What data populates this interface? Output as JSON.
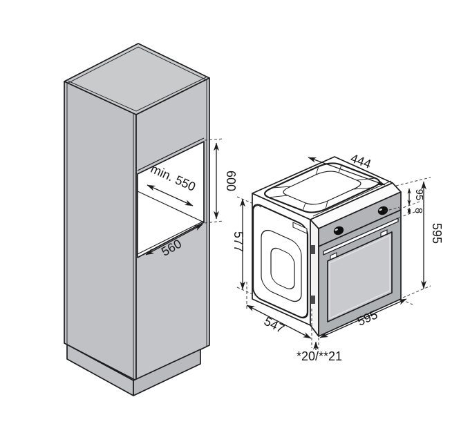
{
  "drawing": {
    "title_semantic": "built-in oven installation dimensions diagram",
    "cabinet": {
      "niche_depth_label": "min. 550",
      "niche_height_label": "600",
      "niche_width_label": "560"
    },
    "oven": {
      "top_recess_width_label": "444",
      "control_panel_height_label": "95",
      "panel_gap_label": "8",
      "front_height_label": "595",
      "body_height_label": "577",
      "body_depth_label": "547",
      "front_width_label": "595",
      "door_protrusion_label": "*20/**21"
    },
    "colors": {
      "line": "#1c1c1e",
      "cabinet_top": "#c8cacc",
      "cabinet_left": "#bfc1c4",
      "cabinet_front": "#c3c5c8",
      "oven_panel": "#b2b4b7",
      "oven_door": "#aeb1b4",
      "oven_glass": "#c8cacd"
    }
  }
}
